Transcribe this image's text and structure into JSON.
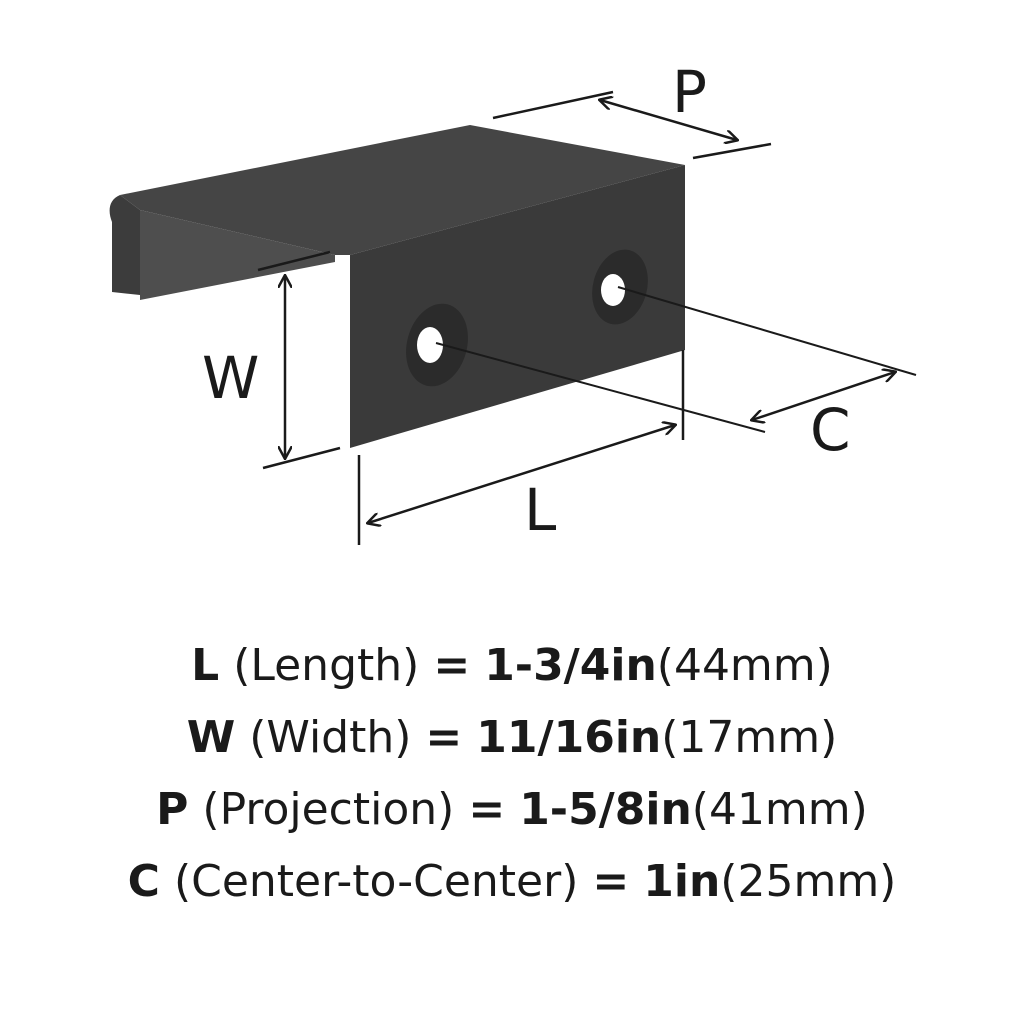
{
  "diagram": {
    "labels": {
      "p": "P",
      "w": "W",
      "c": "C",
      "l": "L"
    },
    "colors": {
      "part_top": "#444444",
      "part_front": "#3a3a3a",
      "part_lip": "#4a4a4a",
      "line": "#1a1a1a",
      "hole": "#ffffff"
    }
  },
  "specs": [
    {
      "key": "L",
      "name": "(Length)",
      "eq": "=",
      "imperial": "1-3/4in",
      "metric": "(44mm)"
    },
    {
      "key": "W",
      "name": "(Width)",
      "eq": "=",
      "imperial": "11/16in",
      "metric": "(17mm)"
    },
    {
      "key": "P",
      "name": "(Projection)",
      "eq": "=",
      "imperial": "1-5/8in",
      "metric": "(41mm)"
    },
    {
      "key": "C",
      "name": "(Center-to-Center)",
      "eq": "=",
      "imperial": "1in",
      "metric": "(25mm)"
    }
  ]
}
